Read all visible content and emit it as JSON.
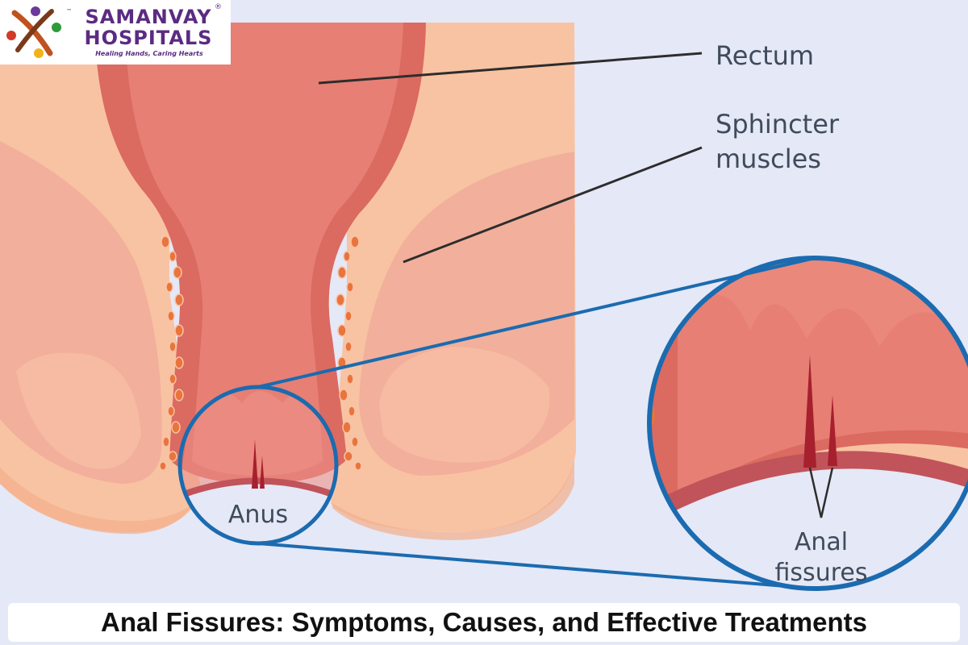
{
  "brand": {
    "name_line1": "SAMANVAY",
    "name_line2": "HOSPITALS",
    "tagline": "Healing Hands, Caring Hearts",
    "registered_mark": "®",
    "tm_mark": "™",
    "primary_color": "#5b2b82"
  },
  "labels": {
    "rectum": "Rectum",
    "sphincter_line1": "Sphincter",
    "sphincter_line2": "muscles",
    "anus": "Anus",
    "fissure_line1": "Anal",
    "fissure_line2": "fissures"
  },
  "caption": "Anal Fissures: Symptoms, Causes, and Effective Treatments",
  "colors": {
    "background": "#e5e8f6",
    "skin": "#f8c3a3",
    "muscle": "#f0a898",
    "rectum_wall": "#db6a61",
    "rectum_inner": "#e77f74",
    "fissure": "#a6202e",
    "zoom_ring": "#1b6bb0",
    "leader_line": "#2d2d2d"
  }
}
